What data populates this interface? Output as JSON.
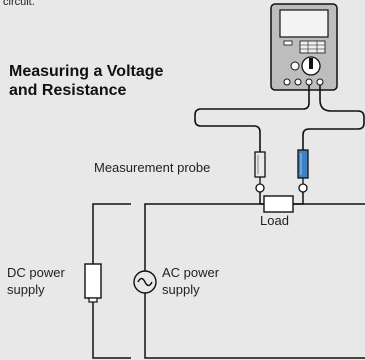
{
  "header_fragment": "circuit.",
  "title_line1": "Measuring a Voltage",
  "title_line2": "and Resistance",
  "labels": {
    "probe": "Measurement probe",
    "load": "Load",
    "dc_line1": "DC power",
    "dc_line2": "supply",
    "ac_line1": "AC power",
    "ac_line2": "supply"
  },
  "colors": {
    "probe_black": "#e9e9e9",
    "probe_red": "#3f7fc4",
    "background": "#e8e8e8"
  }
}
